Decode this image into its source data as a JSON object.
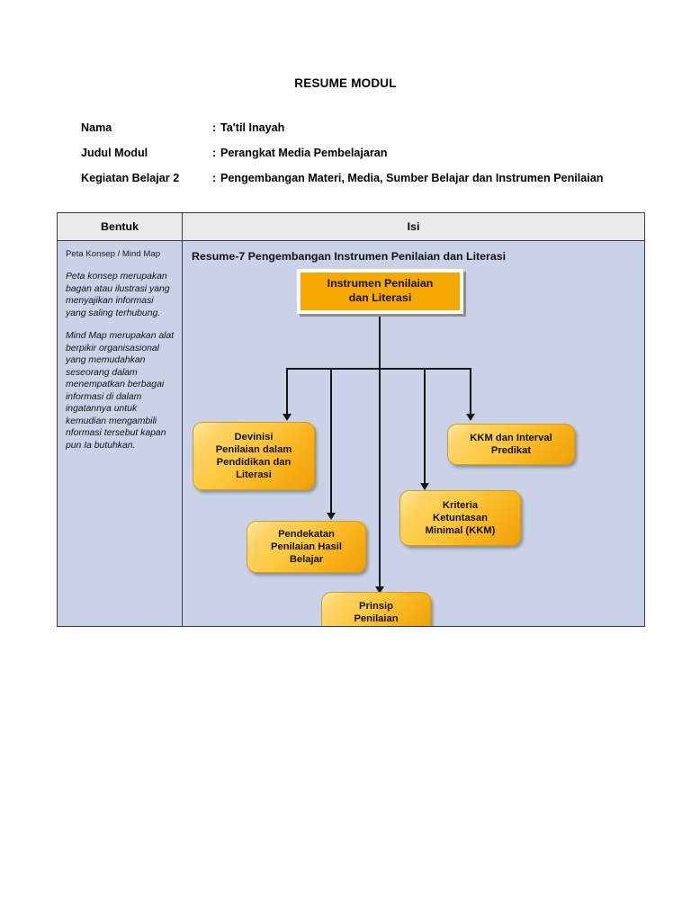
{
  "document": {
    "title": "RESUME MODUL",
    "meta": [
      {
        "label": "Nama",
        "sep": ":",
        "value": "Ta'til Inayah"
      },
      {
        "label": "Judul Modul",
        "sep": ":",
        "value": "Perangkat Media Pembelajaran"
      },
      {
        "label": "Kegiatan Belajar 2",
        "sep": ":",
        "value": "Pengembangan Materi, Media, Sumber Belajar dan Instrumen Penilaian"
      }
    ]
  },
  "table": {
    "headers": {
      "bentuk": "Bentuk",
      "isi": "Isi"
    },
    "bentuk_cell": {
      "heading": "Peta Konsep / Mind Map",
      "paragraphs": [
        "Peta konsep merupakan bagan atau ilustrasi yang menyajikan informasi yang saling terhubung.",
        "Mind Map merupakan alat berpikir organisasional yang memudahkan seseorang dalam menempatkan berbagai informasi di dalam ingatannya untuk kemudian mengambili nformasi tersebut kapan pun Ia butuhkan."
      ]
    },
    "isi_cell": {
      "title": "Resume-7 Pengembangan Instrumen Penilaian dan Literasi"
    }
  },
  "diagram": {
    "type": "mind-map",
    "colors": {
      "canvas_background": "#c9d2e7",
      "root_fill": "#f5a800",
      "root_border": "#ffffff",
      "child_fill_light": "#ffe08a",
      "child_fill_dark": "#eda10b",
      "connector": "#14171c",
      "table_border": "#3a3f45",
      "header_fill": "#e9e9e9"
    },
    "root": {
      "lines": [
        "Instrumen Penilaian",
        "dan Literasi"
      ]
    },
    "children": [
      {
        "id": "devinisi",
        "lines": [
          "Devinisi",
          "Penilaian dalam",
          "Pendidikan dan",
          "Literasi"
        ]
      },
      {
        "id": "pendekatan",
        "lines": [
          "Pendekatan",
          "Penilaian Hasil",
          "Belajar"
        ]
      },
      {
        "id": "prinsip",
        "lines": [
          "Prinsip",
          "Penilaian"
        ]
      },
      {
        "id": "kriteria",
        "lines": [
          "Kriteria",
          "Ketuntasan",
          "Minimal (KKM)"
        ]
      },
      {
        "id": "kkm",
        "lines": [
          "KKM dan Interval",
          "Predikat"
        ]
      }
    ]
  }
}
